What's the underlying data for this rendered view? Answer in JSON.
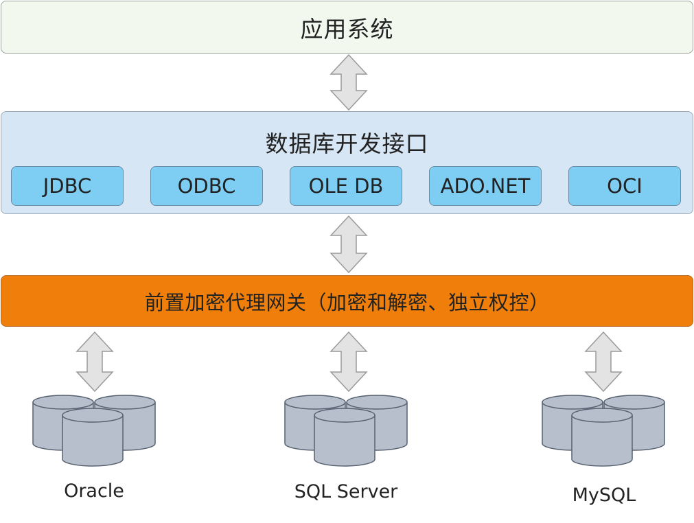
{
  "app_layer": {
    "label": "应用系统"
  },
  "api_layer": {
    "title": "数据库开发接口",
    "drivers": [
      "JDBC",
      "ODBC",
      "OLE DB",
      "ADO.NET",
      "OCI"
    ]
  },
  "gateway_layer": {
    "label": "前置加密代理网关（加密和解密、独立权控）"
  },
  "databases": [
    "Oracle",
    "SQL Server",
    "MySQL"
  ],
  "colors": {
    "app_bg": "#f2f8ee",
    "api_bg": "#d7e6f4",
    "driver_bg": "#7ecdf2",
    "gateway_bg": "#ef7f0a",
    "arrow_fill": "#e3e3e3",
    "db_fill": "#b8bfcc"
  }
}
